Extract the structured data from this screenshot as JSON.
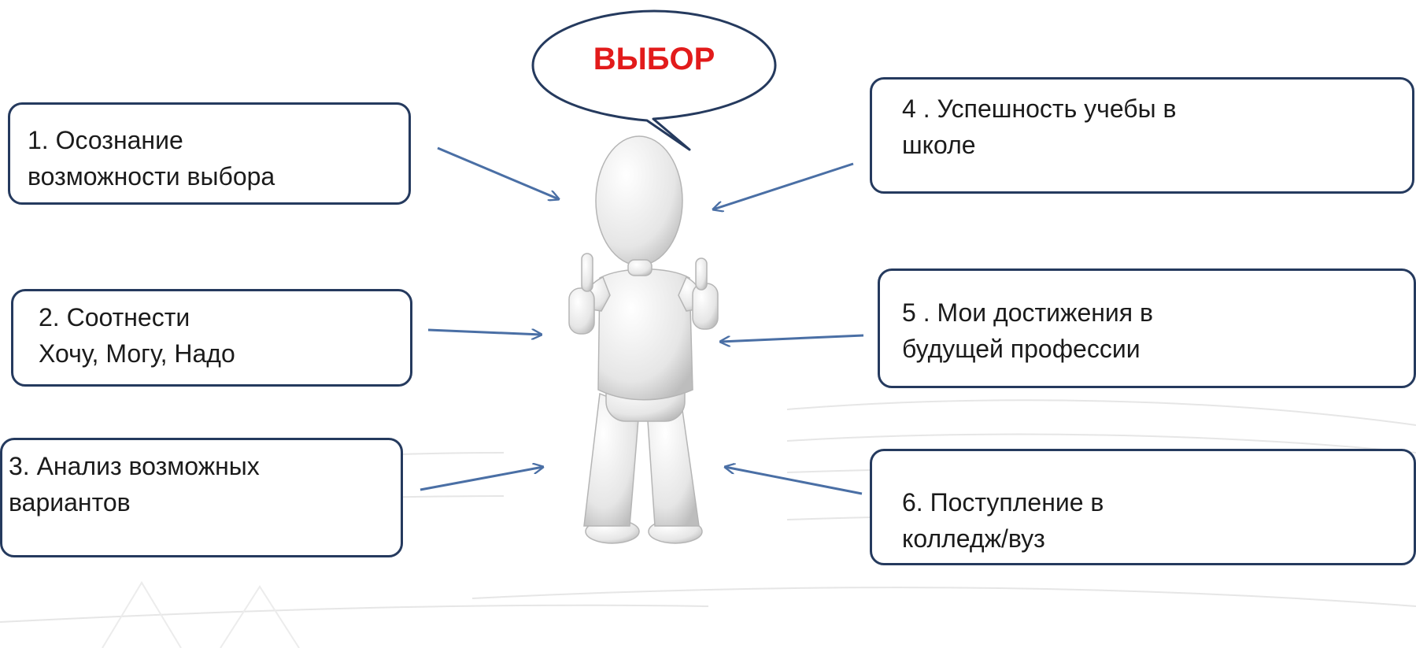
{
  "bubble": {
    "title": "ВЫБОР",
    "title_color": "#e21b1b"
  },
  "boxes": [
    {
      "lines": [
        "1. Осознание",
        "возможности выбора"
      ]
    },
    {
      "lines": [
        "2. Соотнести",
        "Хочу, Могу, Надо"
      ]
    },
    {
      "lines": [
        "3. Анализ возможных",
        "вариантов"
      ]
    },
    {
      "lines": [
        "4 . Успешность учебы в",
        "школе"
      ]
    },
    {
      "lines": [
        "5 .  Мои достижения в",
        "будущей профессии"
      ]
    },
    {
      "lines": [
        "6. Поступление в",
        "колледж/вуз"
      ]
    }
  ],
  "colors": {
    "border": "#253a5e",
    "arrow": "#4a6fa5",
    "figure": "#ededed"
  },
  "icons": {
    "figure": "thumbs-up-person-figure"
  }
}
